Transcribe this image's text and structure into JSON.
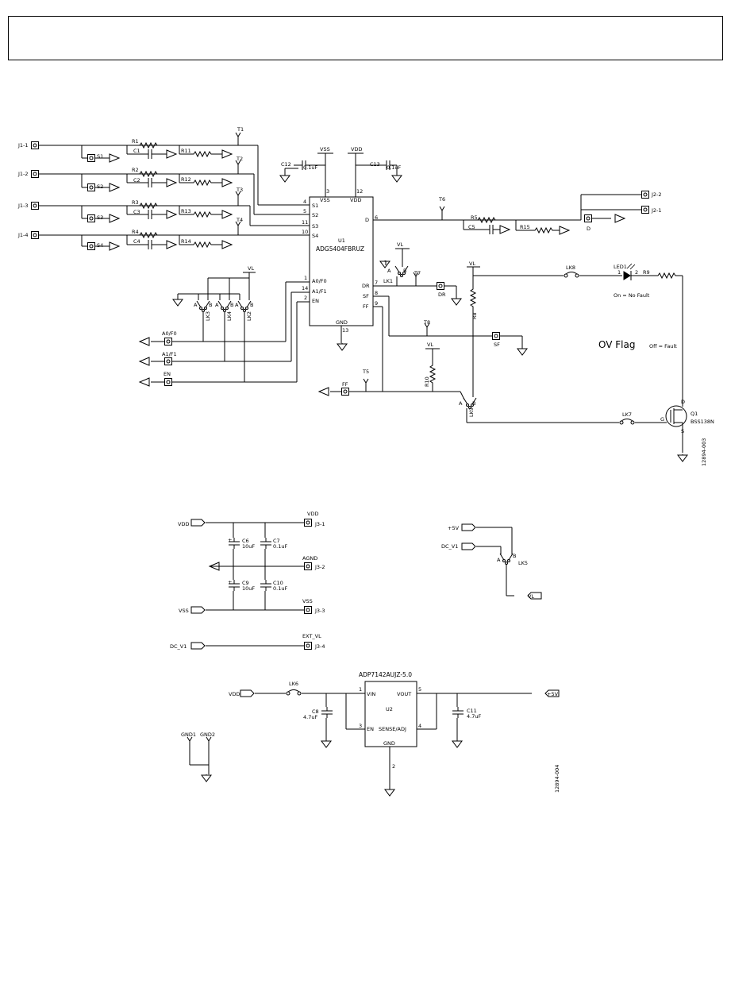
{
  "main_schematic": {
    "input_connectors": [
      "J1-1",
      "J1-2",
      "J1-3",
      "J1-4"
    ],
    "source_pads": [
      "S1",
      "S2",
      "S3",
      "S4"
    ],
    "series_resistors": [
      "R1",
      "R2",
      "R3",
      "R4"
    ],
    "capacitors": [
      "C1",
      "C2",
      "C3",
      "C4"
    ],
    "load_resistors": [
      "R11",
      "R12",
      "R13",
      "R14"
    ],
    "test_points": [
      "T1",
      "T2",
      "T3",
      "T4",
      "T5",
      "T6",
      "T7",
      "T8"
    ],
    "supply_caps": [
      {
        "ref": "C12",
        "value": "0.1uF",
        "net": "VSS"
      },
      {
        "ref": "C13",
        "value": "0.1uF",
        "net": "VDD"
      }
    ],
    "u1": {
      "ref": "U1",
      "part": "ADG5404FBRUZ",
      "pin_vss": "VSS",
      "pin_vss_num": "3",
      "pin_vdd": "VDD",
      "pin_vdd_num": "12",
      "pin_gnd": "GND",
      "pin_gnd_num": "13",
      "left_pins": [
        {
          "num": "4",
          "name": "S1"
        },
        {
          "num": "5",
          "name": "S2"
        },
        {
          "num": "11",
          "name": "S3"
        },
        {
          "num": "10",
          "name": "S4"
        },
        {
          "num": "1",
          "name": "A0/F0"
        },
        {
          "num": "14",
          "name": "A1/F1"
        },
        {
          "num": "2",
          "name": "EN"
        }
      ],
      "right_pins": [
        {
          "num": "6",
          "name": "D"
        },
        {
          "num": "7",
          "name": "DR"
        },
        {
          "num": "8",
          "name": "SF"
        },
        {
          "num": "9",
          "name": "FF"
        }
      ]
    },
    "output_connectors": [
      "J2-2",
      "J2-1"
    ],
    "r5": "R5",
    "c5": "C5",
    "r15": "R15",
    "d_pad": "D",
    "dr_pad": "DR",
    "sf_pad": "SF",
    "ff_pad": "FF",
    "vl": "VL",
    "lk1": "LK1",
    "a_label": "A",
    "b_label": "B",
    "link_labels": [
      "LK3",
      "LK4",
      "LK2"
    ],
    "logic_ports": [
      "A0/F0",
      "A1/F1",
      "EN"
    ],
    "r8": "R8",
    "r10": "R10",
    "lk9": "LK9",
    "lk8": "LK8",
    "lk7": "LK7",
    "led": "LED1",
    "led_pin1": "1",
    "led_pin2": "2",
    "r9": "R9",
    "on_note": "On = No Fault",
    "ov_flag": "OV Flag",
    "off_note": "Off = Fault",
    "q1": "Q1",
    "q1_part": "BSS138N",
    "q_pin_d": "D",
    "q_pin_g": "G",
    "q_pin_s": "S",
    "fig_id": "12894-003"
  },
  "power_section": {
    "vdd_port": "VDD",
    "vss_port": "VSS",
    "dc_v1_port": "DC_V1",
    "net_vdd": "VDD",
    "net_agnd": "AGND",
    "net_vss": "VSS",
    "net_ext_vl": "EXT_VL",
    "j3": [
      "J3-1",
      "J3-2",
      "J3-3",
      "J3-4"
    ],
    "c6": "C6",
    "c6_value": "10uF",
    "c7": "C7",
    "c7_value": "0.1uF",
    "c9": "C9",
    "c9_value": "10uF",
    "c10": "C10",
    "c10_value": "0.1uF",
    "p5v_port": "+5V",
    "dc_v1_port2": "DC_V1",
    "lk5": "LK5",
    "vl_port": "VL"
  },
  "regulator": {
    "part": "ADP7142AUJZ-5.0",
    "ref": "U2",
    "vdd_port": "VDD",
    "lk6": "LK6",
    "c8": "C8",
    "c8_value": "4.7uF",
    "c11": "C11",
    "c11_value": "4.7uF",
    "pin_vin": "VIN",
    "pin_vin_num": "1",
    "pin_en": "EN",
    "pin_en_num": "3",
    "pin_vout": "VOUT",
    "pin_vout_num": "5",
    "pin_sense": "SENSE/ADJ",
    "pin_sense_num": "4",
    "pin_gnd": "GND",
    "pin_gnd_num": "2",
    "out_port": "+5V",
    "gnd1": "GND1",
    "gnd2": "GND2",
    "fig_id": "12894-004"
  }
}
